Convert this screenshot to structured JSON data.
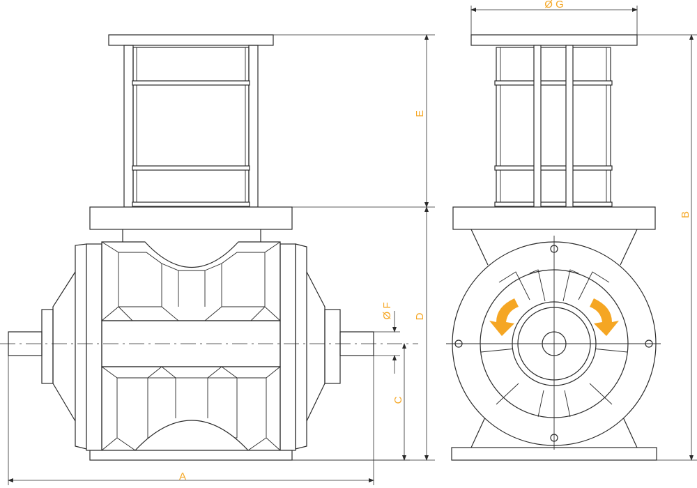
{
  "colors": {
    "line": "#2a2a2a",
    "accent": "#f5a623",
    "background": "#ffffff"
  },
  "dimensions": {
    "A": "A",
    "B": "B",
    "C": "C",
    "D": "D",
    "E": "E",
    "F": "Ø F",
    "G": "Ø G"
  },
  "icons": {
    "rotation_left": "curved-arrow-counterclockwise-icon",
    "rotation_right": "curved-arrow-clockwise-icon"
  }
}
